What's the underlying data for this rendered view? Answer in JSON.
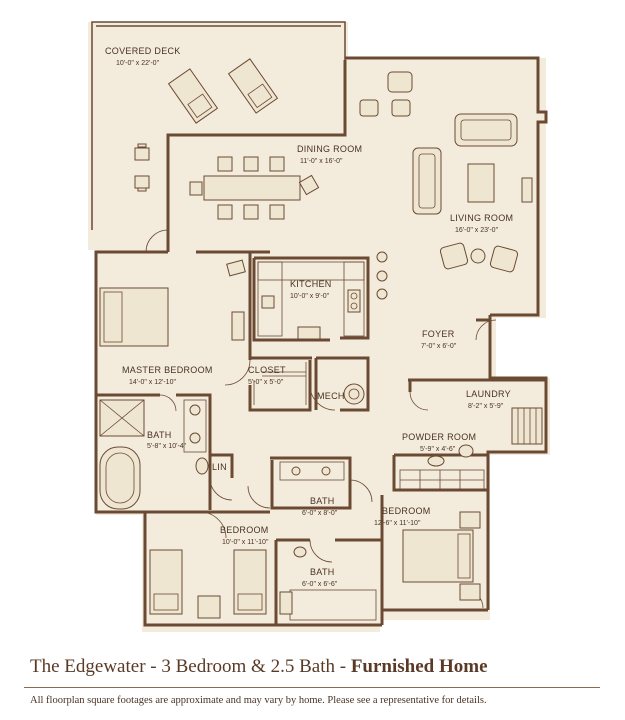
{
  "title": {
    "part1": "The Edgewater - 3 Bedroom & 2.5 Bath - ",
    "part2": "Furnished Home"
  },
  "disclaimer": "All floorplan square footages are approximate and may vary by home. Please see a representative for details.",
  "rooms": [
    {
      "id": "covered-deck",
      "name": "COVERED DECK",
      "dims": "10'-0\" x 22'-0\""
    },
    {
      "id": "dining-room",
      "name": "DINING ROOM",
      "dims": "11'-0\" x 16'-0\""
    },
    {
      "id": "living-room",
      "name": "LIVING ROOM",
      "dims": "16'-0\" x 23'-0\""
    },
    {
      "id": "kitchen",
      "name": "KITCHEN",
      "dims": "10'-0\" x 9'-0\""
    },
    {
      "id": "foyer",
      "name": "FOYER",
      "dims": "7'-0\" x 6'-0\""
    },
    {
      "id": "master-bedroom",
      "name": "MASTER BEDROOM",
      "dims": "14'-0\" x 12'-10\""
    },
    {
      "id": "closet",
      "name": "CLOSET",
      "dims": "5'-0\" x 5'-0\""
    },
    {
      "id": "mech",
      "name": "MECH",
      "dims": ""
    },
    {
      "id": "laundry",
      "name": "LAUNDRY",
      "dims": "8'-2\" x 5'-9\""
    },
    {
      "id": "master-bath",
      "name": "BATH",
      "dims": "5'-8\" x 10'-4\""
    },
    {
      "id": "powder-room",
      "name": "POWDER ROOM",
      "dims": "5'-9\" x 4'-6\""
    },
    {
      "id": "lin",
      "name": "LIN",
      "dims": ""
    },
    {
      "id": "hall-bath",
      "name": "BATH",
      "dims": "6'-0\" x 8'-0\""
    },
    {
      "id": "bedroom-right",
      "name": "BEDROOM",
      "dims": "12'-6\" x 11'-10\""
    },
    {
      "id": "bedroom-left",
      "name": "BEDROOM",
      "dims": "10'-0\" x 11'-10\""
    },
    {
      "id": "bath-small",
      "name": "BATH",
      "dims": "6'-0\" x 6'-6\""
    }
  ],
  "colors": {
    "paper": "#f3ecdc",
    "wall": "#6b4a33",
    "text": "#4a3222",
    "title": "#5a3a26"
  }
}
